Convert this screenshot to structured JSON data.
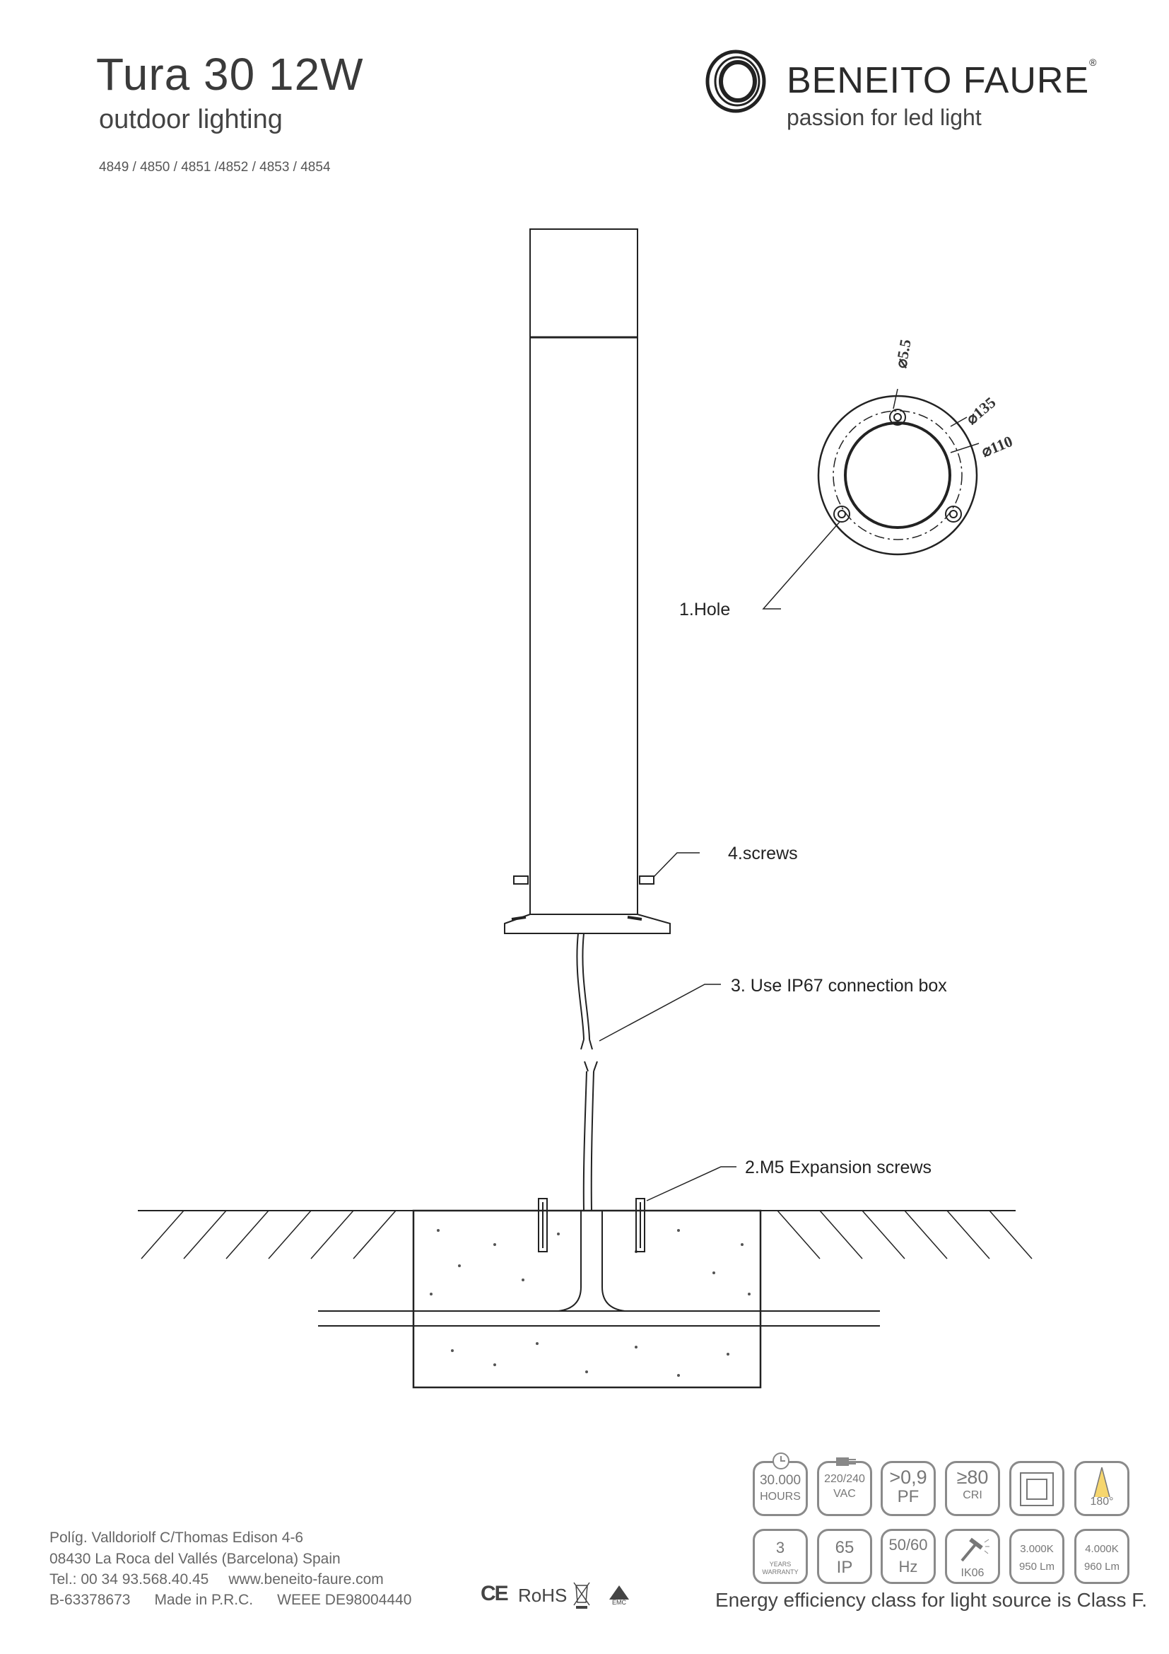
{
  "header": {
    "title": "Tura 30 12W",
    "subtitle": "outdoor lighting",
    "codes": "4849 / 4850 / 4851 /4852 / 4853 / 4854"
  },
  "brand": {
    "name": "BENEITO FAURE",
    "registered": "®",
    "tagline": "passion for led light"
  },
  "drawing": {
    "dimensions": {
      "hole": "⌀5.5",
      "outer": "⌀135",
      "bolt_circle": "⌀110"
    },
    "labels": {
      "hole": "1.Hole",
      "screws": "4.screws",
      "connection": "3. Use IP67 connection box",
      "expansion": "2.M5 Expansion screws"
    }
  },
  "specs": {
    "row1": [
      {
        "icon": "clock-icon",
        "a": "30.000",
        "b": "HOURS"
      },
      {
        "icon": "plug-icon",
        "a": "220/240",
        "b": "VAC"
      },
      {
        "a": ">0,9",
        "b": "PF"
      },
      {
        "a": "≥80",
        "b": "CRI"
      },
      {
        "icon": "class-ii-double-square-icon"
      },
      {
        "icon": "beam-angle-icon",
        "b": "180°"
      }
    ],
    "row2": [
      {
        "a": "3",
        "b": "YEARS",
        "c": "WARRANTY"
      },
      {
        "a": "65",
        "b": "IP"
      },
      {
        "a": "50/60",
        "b": "Hz"
      },
      {
        "icon": "hammer-impact-icon",
        "b": "IK06"
      },
      {
        "a": "3.000K",
        "b": "950 Lm"
      },
      {
        "a": "4.000K",
        "b": "960 Lm"
      }
    ],
    "energy_note": "Energy efficiency class for light source is Class F."
  },
  "footer": {
    "address1": "Políg. Valldoriolf C/Thomas Edison 4-6",
    "address2": "08430 La Roca del Vallés (Barcelona) Spain",
    "phone": "Tel.: 00 34 93.568.40.45",
    "website": "www.beneito-faure.com",
    "cif": "B-63378673",
    "made_in": "Made in P.R.C.",
    "weee": "WEEE  DE98004440",
    "certs": {
      "ce": "CE",
      "rohs": "RoHS",
      "emc": "EMC"
    }
  },
  "colors": {
    "text": "#333333",
    "icon_border": "#8a8a8a",
    "beam": "#f2c430"
  }
}
